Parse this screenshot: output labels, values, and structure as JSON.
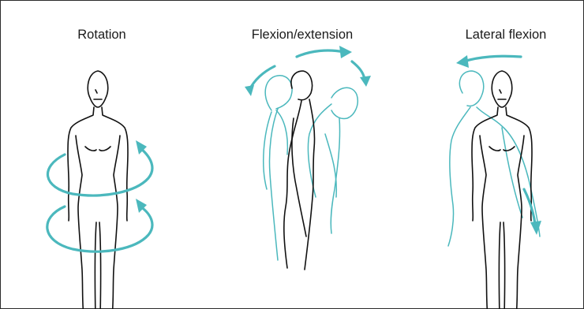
{
  "panels": [
    {
      "title": "Rotation",
      "movement": "rotation"
    },
    {
      "title": "Flexion/extension",
      "movement": "flexion-extension"
    },
    {
      "title": "Lateral flexion",
      "movement": "lateral-flexion"
    }
  ],
  "colors": {
    "figure_outline": "#111111",
    "movement_accent": "#4bb8bd",
    "border": "#2b2b2b",
    "background": "#ffffff"
  }
}
